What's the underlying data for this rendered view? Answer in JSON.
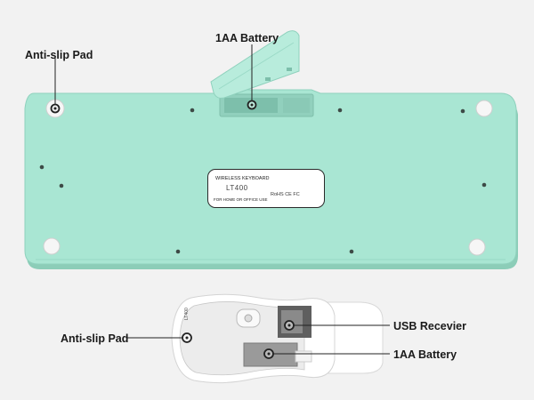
{
  "callouts": {
    "keyboard_anti_slip": "Anti-slip Pad",
    "keyboard_battery": "1AA Battery",
    "mouse_anti_slip": "Anti-slip Pad",
    "mouse_usb": "USB Recevier",
    "mouse_battery": "1AA Battery"
  },
  "keyboard_label": {
    "title": "WIRELESS KEYBOARD",
    "model": "LT400",
    "usage": "FOR HOME OR OFFICE USE",
    "certifications": "RoHS  CE  FC"
  },
  "mouse_label": {
    "model": "LT400"
  },
  "colors": {
    "keyboard_body": "#a9e6d3",
    "mouse_body": "#ffffff",
    "background": "#f2f2f2",
    "callout_line": "#222222"
  }
}
